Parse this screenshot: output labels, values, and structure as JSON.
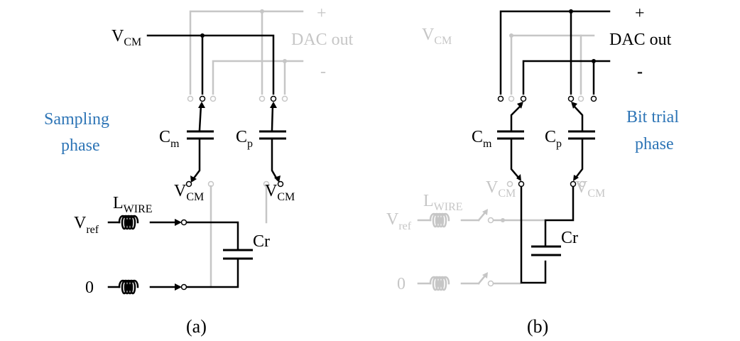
{
  "panel_a": {
    "caption": "(a)",
    "phase_title_line1": "Sampling",
    "phase_title_line2": "phase",
    "vcm_top": {
      "main": "V",
      "sub": "CM"
    },
    "dac_out": "DAC out",
    "plus": "+",
    "minus": "-",
    "cm": {
      "main": "C",
      "sub": "m"
    },
    "cp": {
      "main": "C",
      "sub": "p"
    },
    "vcm_left": {
      "main": "V",
      "sub": "CM"
    },
    "vcm_right": {
      "main": "V",
      "sub": "CM"
    },
    "lwire": {
      "main": "L",
      "sub": "WIRE"
    },
    "vref": {
      "main": "V",
      "sub": "ref"
    },
    "cr": "Cr",
    "zero": "0"
  },
  "panel_b": {
    "caption": "(b)",
    "phase_title_line1": "Bit trial",
    "phase_title_line2": "phase",
    "vcm_top": {
      "main": "V",
      "sub": "CM"
    },
    "dac_out": "DAC out",
    "plus": "+",
    "minus": "-",
    "cm": {
      "main": "C",
      "sub": "m"
    },
    "cp": {
      "main": "C",
      "sub": "p"
    },
    "vcm_left": {
      "main": "V",
      "sub": "CM"
    },
    "vcm_right": {
      "main": "V",
      "sub": "CM"
    },
    "lwire": {
      "main": "L",
      "sub": "WIRE"
    },
    "vref": {
      "main": "V",
      "sub": "ref"
    },
    "cr": "Cr",
    "zero": "0"
  },
  "colors": {
    "active": "#000000",
    "inactive": "#c6c6c6",
    "title": "#2e75b6"
  }
}
